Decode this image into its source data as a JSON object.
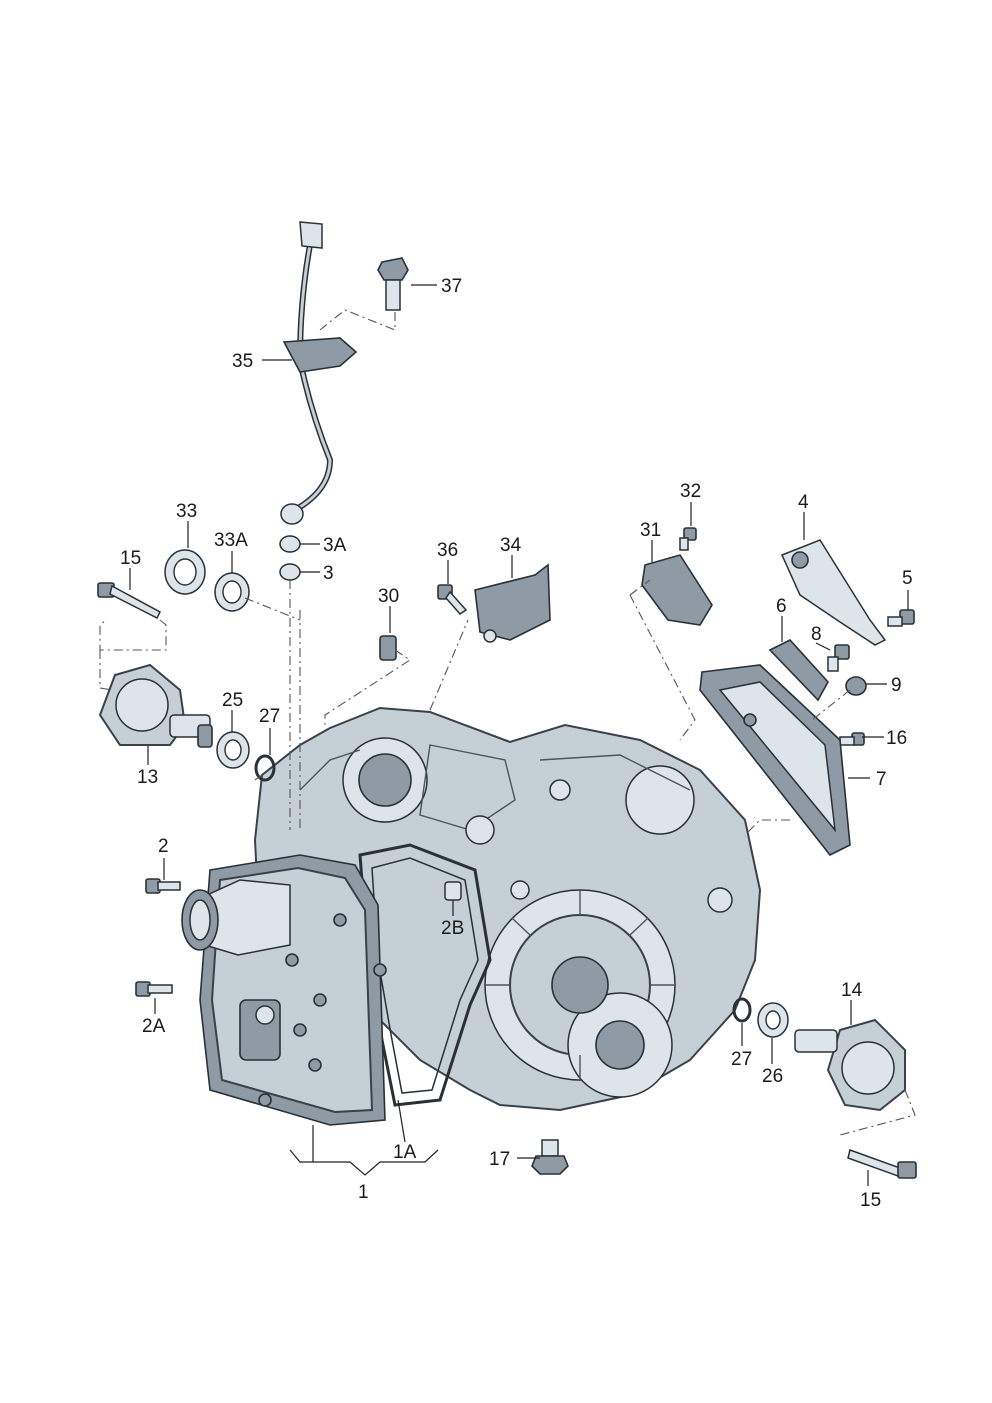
{
  "labels": {
    "l1": "1",
    "l1A": "1A",
    "l2": "2",
    "l2A": "2A",
    "l2B": "2B",
    "l3": "3",
    "l3A": "3A",
    "l4": "4",
    "l5": "5",
    "l6": "6",
    "l7": "7",
    "l8": "8",
    "l9": "9",
    "l13": "13",
    "l14": "14",
    "l15a": "15",
    "l15b": "15",
    "l16": "16",
    "l17": "17",
    "l25": "25",
    "l26": "26",
    "l27a": "27",
    "l27b": "27",
    "l30": "30",
    "l31": "31",
    "l32": "32",
    "l33": "33",
    "l33A": "33A",
    "l34": "34",
    "l35": "35",
    "l36": "36",
    "l37": "37"
  }
}
